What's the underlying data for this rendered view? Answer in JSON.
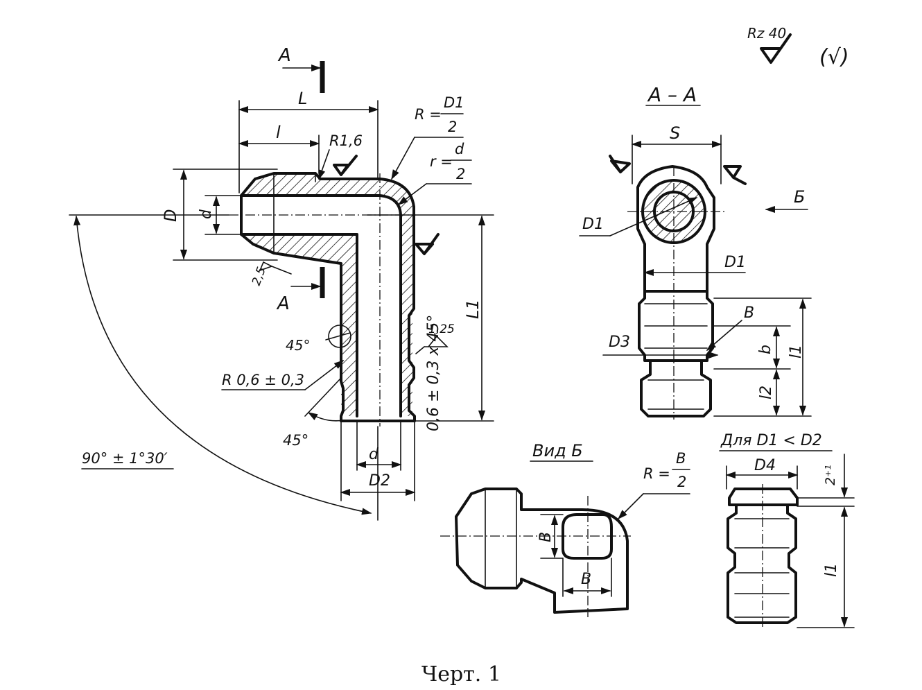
{
  "roughness": {
    "top": "Rz 40",
    "general_mark": "(√)",
    "mark_1": "Rz 40",
    "mark_125": "1,25",
    "mark_25": "2,5"
  },
  "main_view": {
    "section_mark_top": "A",
    "section_mark_bottom": "A",
    "dims": {
      "L": "L",
      "l": "l",
      "R16": "R1,6",
      "R_eq": "R =",
      "R_num": "D1",
      "R_den": "2",
      "r_eq": "r =",
      "r_num": "d",
      "r_den": "2",
      "D": "D",
      "d_left": "d",
      "L1": "L1",
      "chamfer": "0,6 ± 0,3 x 45°",
      "angle45_top": "45°",
      "radius": "R 0,6 ± 0,3",
      "angle45_bottom": "45°",
      "d_bottom": "d",
      "D2": "D2",
      "angle90": "90° ± 1°30′"
    }
  },
  "section_aa": {
    "title": "А – А",
    "S": "S",
    "D1_left": "D1",
    "D1_right": "D1",
    "B": "B",
    "D3": "D3",
    "b": "b",
    "l1": "l1",
    "l2": "l2",
    "view_arrow": "Б"
  },
  "view_b": {
    "title": "Вид Б",
    "R_eq": "R =",
    "R_num": "B",
    "R_den": "2",
    "B_vertical": "B",
    "B_horizontal": "B"
  },
  "variant": {
    "title": "Для D1 < D2",
    "D4": "D4",
    "dim_2": "2⁺¹",
    "l1": "l1"
  },
  "caption": "Черт. 1"
}
